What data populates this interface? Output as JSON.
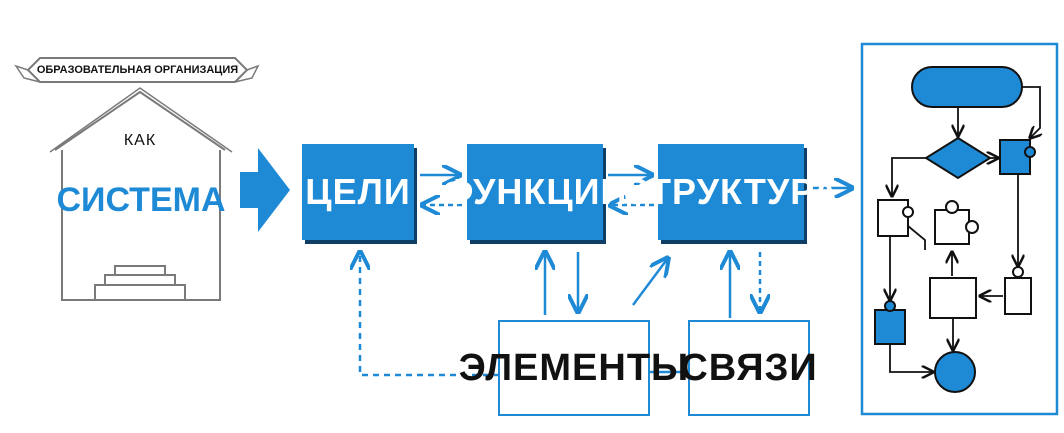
{
  "building": {
    "banner": "Образовательная организация",
    "small": "как",
    "title": "система"
  },
  "nodes": {
    "goals": "Цели",
    "functions": "Функции",
    "structure": "Структура",
    "elements": "Элементы",
    "links": "Связи"
  },
  "colors": {
    "accent": "#1E8AD6",
    "outline": "#1E8AD6",
    "ink": "#111111",
    "building_line": "#7a7a7a"
  }
}
